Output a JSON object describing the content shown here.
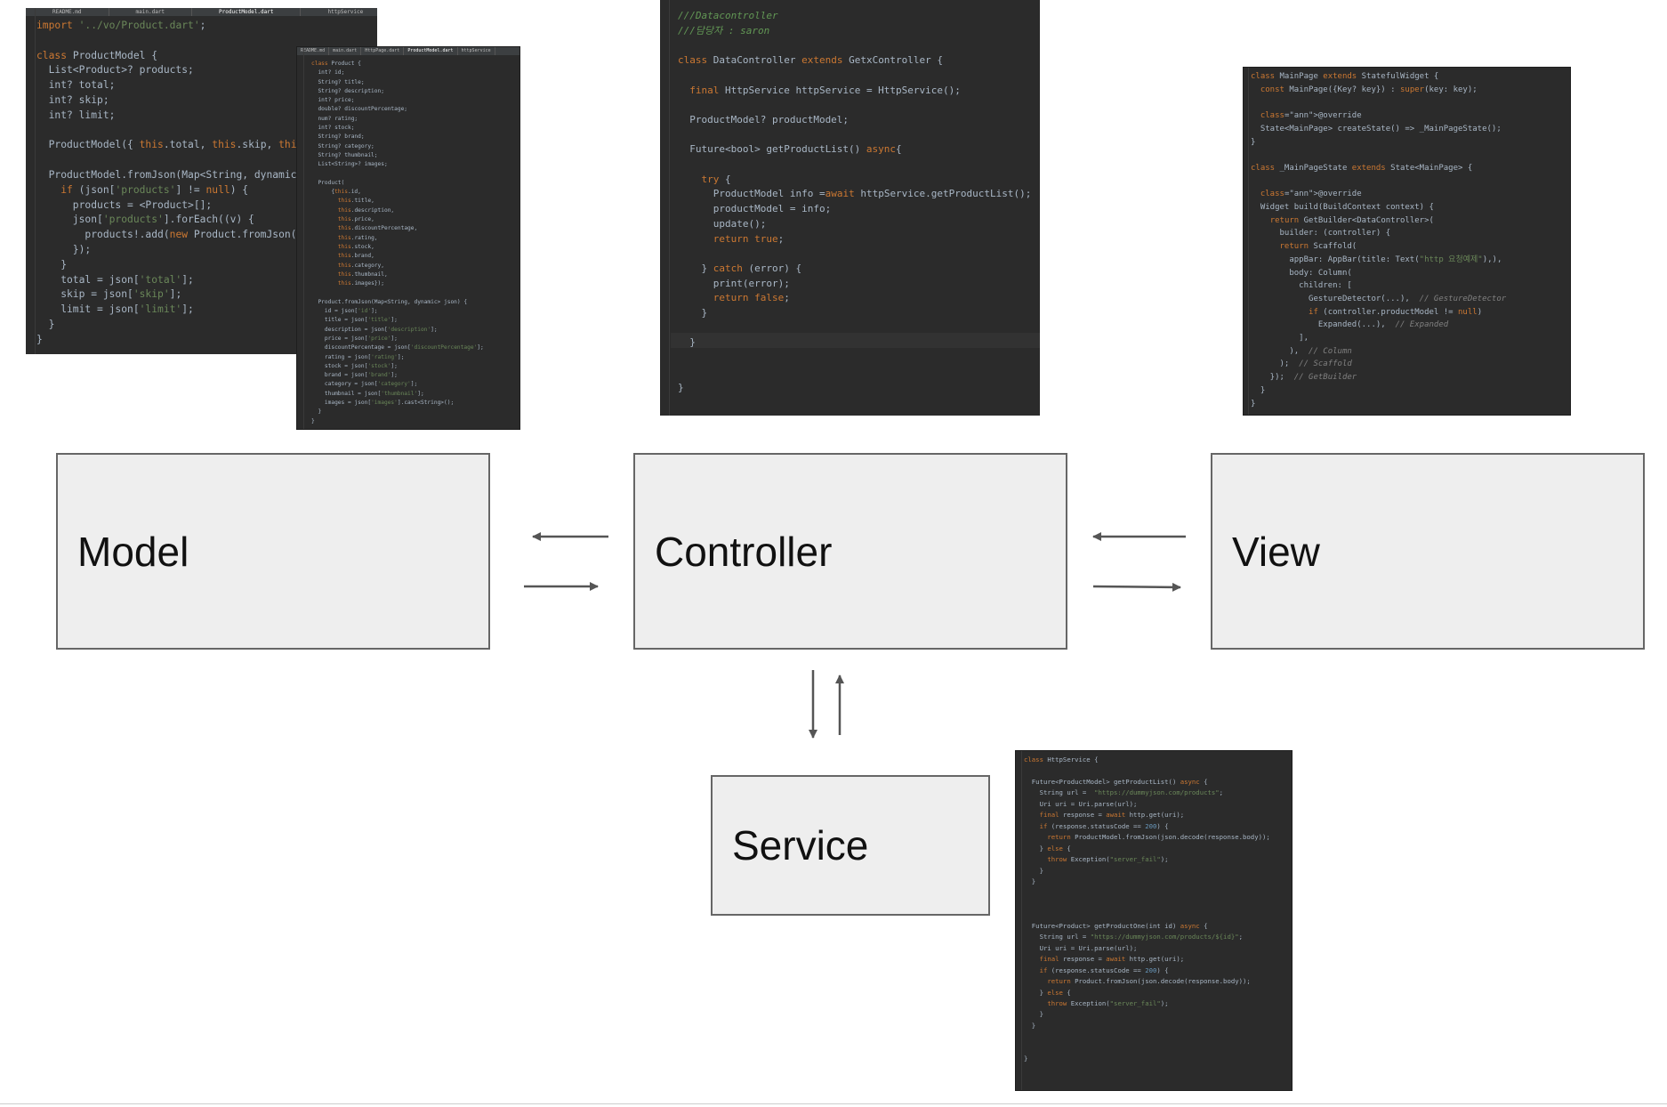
{
  "boxes": {
    "model": "Model",
    "controller": "Controller",
    "view": "View",
    "service": "Service"
  },
  "snippets": {
    "model": {
      "tabs": [
        "README.md",
        "main.dart",
        "ProductModel.dart",
        "httpService"
      ],
      "code": "import '../vo/Product.dart';\n\nclass ProductModel {\n  List<Product>? products;\n  int? total;\n  int? skip;\n  int? limit;\n\n  ProductModel({ this.total, this.skip, this.limit\n\n  ProductModel.fromJson(Map<String, dynamic> json\n    if (json['products'] != null) {\n      products = <Product>[];\n      json['products'].forEach((v) {\n        products!.add(new Product.fromJson(v));\n      });\n    }\n    total = json['total'];\n    skip = json['skip'];\n    limit = json['limit'];\n  }\n}"
    },
    "product": {
      "tabs": [
        "README.md",
        "main.dart",
        "HttpPage.dart",
        "ProductModel.dart",
        "httpService"
      ],
      "code": "class Product {\n  int? id;\n  String? title;\n  String? description;\n  int? price;\n  double? discountPercentage;\n  num? rating;\n  int? stock;\n  String? brand;\n  String? category;\n  String? thumbnail;\n  List<String>? images;\n\n  Product(\n      {this.id,\n        this.title,\n        this.description,\n        this.price,\n        this.discountPercentage,\n        this.rating,\n        this.stock,\n        this.brand,\n        this.category,\n        this.thumbnail,\n        this.images});\n\n  Product.fromJson(Map<String, dynamic> json) {\n    id = json['id'];\n    title = json['title'];\n    description = json['description'];\n    price = json['price'];\n    discountPercentage = json['discountPercentage'];\n    rating = json['rating'];\n    stock = json['stock'];\n    brand = json['brand'];\n    category = json['category'];\n    thumbnail = json['thumbnail'];\n    images = json['images'].cast<String>();\n  }\n}"
    },
    "controller": {
      "code": "///Datacontroller\n///담당자 : saron\n\nclass DataController extends GetxController {\n\n  final HttpService httpService = HttpService();\n\n  ProductModel? productModel;\n\n  Future<bool> getProductList() async{\n\n    try {\n      ProductModel info =await httpService.getProductList();\n      productModel = info;\n      update();\n      return true;\n\n    } catch (error) {\n      print(error);\n      return false;\n    }\n\n  }\n\n\n}"
    },
    "view": {
      "code": "class MainPage extends StatefulWidget {\n  const MainPage({Key? key}) : super(key: key);\n\n  @override\n  State<MainPage> createState() => _MainPageState();\n}\n\nclass _MainPageState extends State<MainPage> {\n\n  @override\n  Widget build(BuildContext context) {\n    return GetBuilder<DataController>(\n      builder: (controller) {\n      return Scaffold(\n        appBar: AppBar(title: Text(\"http 요청예제\"),),\n        body: Column(\n          children: [\n            GestureDetector(...),  // GestureDetector\n            if (controller.productModel != null)\n              Expanded(...),  // Expanded\n          ],\n        ),  // Column\n      );  // Scaffold\n    });  // GetBuilder\n  }\n}"
    },
    "service": {
      "code": "class HttpService {\n\n  Future<ProductModel> getProductList() async {\n    String url =  \"https://dummyjson.com/products\";\n    Uri uri = Uri.parse(url);\n    final response = await http.get(uri);\n    if (response.statusCode == 200) {\n      return ProductModel.fromJson(json.decode(response.body));\n    } else {\n      throw Exception(\"server_fail\");\n    }\n  }\n\n\n\n  Future<Product> getProductOne(int id) async {\n    String url = \"https://dummyjson.com/products/${id}\";\n    Uri uri = Uri.parse(url);\n    final response = await http.get(uri);\n    if (response.statusCode == 200) {\n      return Product.fromJson(json.decode(response.body));\n    } else {\n      throw Exception(\"server_fail\");\n    }\n  }\n\n\n}"
    }
  },
  "colors": {
    "box_fill": "#eeeeee",
    "box_border": "#666666",
    "arrow": "#555555",
    "editor_bg": "#2b2b2b",
    "keyword": "#cc7832",
    "function": "#ffc66d",
    "string": "#6a8759",
    "field": "#9876aa"
  }
}
